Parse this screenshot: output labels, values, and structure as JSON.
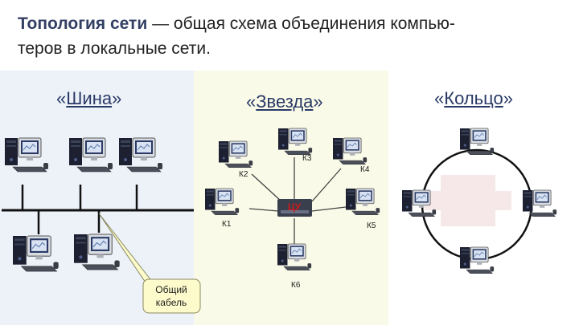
{
  "title": {
    "bold": "Топология сети",
    "rest_line1": " — общая схема объединения компью-",
    "line2": "теров в локальные сети."
  },
  "headings": {
    "bus": "Шина",
    "star": "Звезда",
    "ring": "Кольцо",
    "open_quote": "«",
    "close_quote": "»"
  },
  "star": {
    "hub_label": "ЦУ",
    "nodes": [
      "К1",
      "К2",
      "К3",
      "К4",
      "К5",
      "К6"
    ]
  },
  "bus": {
    "callout_line1": "Общий",
    "callout_line2": "кабель"
  },
  "colors": {
    "title_accent": "#333f63",
    "heading": "#2a3a66",
    "hub_red": "#cc1b1b",
    "callout_fill": "#fdfbcb"
  },
  "icons": [
    "computer-icon",
    "hub-icon"
  ]
}
